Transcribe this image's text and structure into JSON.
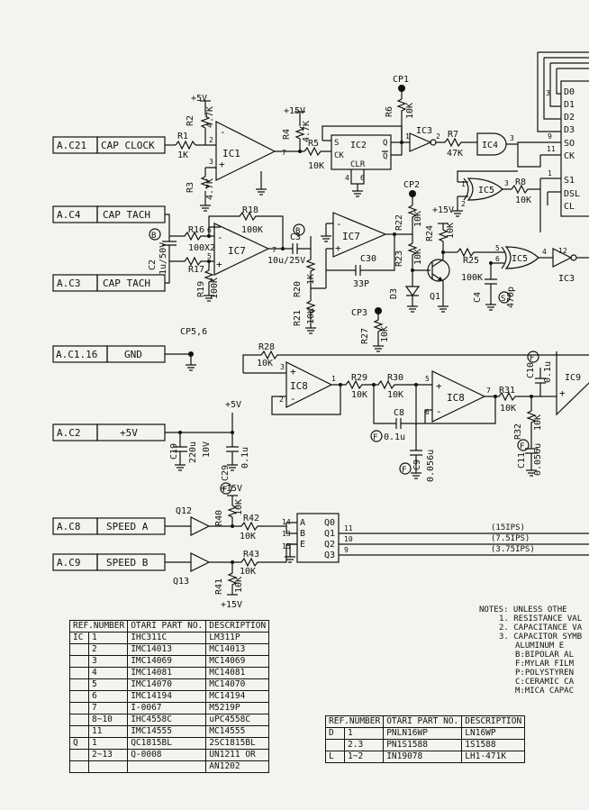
{
  "connectors": [
    {
      "id": "ac21",
      "ref": "A.C21",
      "label": "CAP CLOCK"
    },
    {
      "id": "ac4",
      "ref": "A.C4",
      "label": "CAP TACH"
    },
    {
      "id": "ac3",
      "ref": "A.C3",
      "label": "CAP TACH"
    },
    {
      "id": "ac116",
      "ref": "A.C1.16",
      "label": "GND"
    },
    {
      "id": "ac2",
      "ref": "A.C2",
      "label": "+5V"
    },
    {
      "id": "ac8",
      "ref": "A.C8",
      "label": "SPEED A"
    },
    {
      "id": "ac9",
      "ref": "A.C9",
      "label": "SPEED B"
    }
  ],
  "labels": {
    "p5v_top": "+5V",
    "p15v_r4": "+15V",
    "p15v_q1": "+15V",
    "p5v_c19": "+5V",
    "p15v_q12": "+15V",
    "p15v_q13": "+15V",
    "cp1": "CP1",
    "cp2": "CP2",
    "cp3": "CP3",
    "cp56": "CP5,6",
    "r1": "R1",
    "r1v": "1K",
    "r2": "R2",
    "r2v": "4.7K",
    "r3": "R3",
    "r3v": "4.7K",
    "r4": "R4",
    "r4v": "4.7K",
    "r5": "R5",
    "r5v": "10K",
    "r6": "R6",
    "r6v": "10K",
    "r7": "R7",
    "r7v": "47K",
    "r8": "R8",
    "r8v": "10K",
    "r16": "R16",
    "r16v": "100X2",
    "r17": "R17",
    "r18": "R18",
    "r18v": "100K",
    "r19": "R19",
    "r19v": "100K",
    "r20": "R20",
    "r20v": "1K",
    "r21": "R21",
    "r21v": "10K",
    "r22": "R22",
    "r22v": "10K",
    "r23": "R23",
    "r23v": "10K",
    "r24": "R24",
    "r24v": "10K",
    "r25": "R25",
    "r25v": "100K",
    "r27": "R27",
    "r27v": "10K",
    "r28": "R28",
    "r28v": "10K",
    "r29": "R29",
    "r29v": "10K",
    "r30": "R30",
    "r30v": "10K",
    "r31": "R31",
    "r31v": "10K",
    "r32": "R32",
    "r32v": "10K",
    "r40": "R40",
    "r40v": "10K",
    "r41": "R41",
    "r41v": "10K",
    "r42": "R42",
    "r42v": "10K",
    "r43": "R43",
    "r43v": "10K",
    "c2": "C2",
    "c2v": "1u/50V",
    "c3": "C3",
    "c3v": "10u/25V",
    "c4": "C4",
    "c4v": "470p",
    "c30": "C30",
    "c30v": "33P",
    "c8": "C8",
    "c8v": "0.1u",
    "c9": "C9",
    "c9v": "0.056u",
    "c10": "C10",
    "c10v": "0.1u",
    "c11": "C11",
    "c11v": "0.056u",
    "c19": "C19",
    "c19v": "220u",
    "c19v2": "10V",
    "c29": "C29",
    "c29v": "0.1u",
    "ic1": "IC1",
    "ic2": "IC2",
    "ic3": "IC3",
    "ic4": "IC4",
    "ic5": "IC5",
    "ic7": "IC7",
    "ic8": "IC8",
    "ic9": "IC9",
    "q1": "Q1",
    "q12": "Q12",
    "q13": "Q13",
    "d3": "D3",
    "ck": "CK",
    "clr": "CLR",
    "q": "Q",
    "qbar": "Q",
    "s": "S",
    "so": "SO",
    "ck2": "CK",
    "s1": "S1",
    "dsl": "DSL",
    "cl": "CL",
    "d0": "D0",
    "d1": "D1",
    "d2": "D2",
    "d3p": "D3",
    "qa": "A",
    "qb": "B",
    "qe": "E",
    "q0": "Q0",
    "q1o": "Q1",
    "q2o": "Q2",
    "q3o": "Q3",
    "sp15": "(15IPS)",
    "sp75": "(7.5IPS)",
    "sp375": "(3.75IPS)",
    "f": "F",
    "b": "B",
    "s_mark": "S",
    "n1": "1",
    "n2": "2",
    "n3": "3",
    "n4": "4",
    "n5": "5",
    "n6": "6",
    "n7": "7",
    "n9": "9",
    "n10": "10",
    "n11": "11",
    "n12": "12",
    "n13": "13",
    "n14": "14",
    "n15": "15"
  },
  "table1": {
    "headers": [
      "REF.NUMBER",
      "OTARI PART NO.",
      "DESCRIPTION"
    ],
    "rows": [
      [
        "IC",
        "1",
        "IHC311C",
        "LM311P"
      ],
      [
        "",
        "2",
        "IMC14013",
        "MC14013"
      ],
      [
        "",
        "3",
        "IMC14069",
        "MC14069"
      ],
      [
        "",
        "4",
        "IMC14081",
        "MC14081"
      ],
      [
        "",
        "5",
        "IMC14070",
        "MC14070"
      ],
      [
        "",
        "6",
        "IMC14194",
        "MC14194"
      ],
      [
        "",
        "7",
        "I-0067",
        "M5219P"
      ],
      [
        "",
        "8~10",
        "IHC4558C",
        "uPC4558C"
      ],
      [
        "",
        "11",
        "IMC14555",
        "MC14555"
      ],
      [
        "Q",
        "1",
        "QC1815BL",
        "2SC1815BL"
      ],
      [
        "",
        "2~13",
        "Q-0008",
        "UN1211 OR"
      ],
      [
        "",
        "",
        "",
        "AN1202"
      ]
    ]
  },
  "table2": {
    "headers": [
      "REF.NUMBER",
      "OTARI PART NO.",
      "DESCRIPTION"
    ],
    "rows": [
      [
        "D",
        "1",
        "PNLN16WP",
        "LN16WP"
      ],
      [
        "",
        "2.3",
        "PN1S1588",
        "1S1588"
      ],
      [
        "L",
        "1~2",
        "IN19078",
        "LH1-471K"
      ]
    ]
  },
  "notes": {
    "title": "NOTES: UNLESS OTHE",
    "lines": [
      "1. RESISTANCE VAL",
      "2. CAPACITANCE VA",
      "3. CAPACITOR SYMB",
      "ALUMINUM E",
      "B:BIPOLAR AL",
      "F:MYLAR FILM",
      "P:POLYSTYREN",
      "C:CERAMIC CA",
      "M:MICA CAPAC"
    ]
  }
}
